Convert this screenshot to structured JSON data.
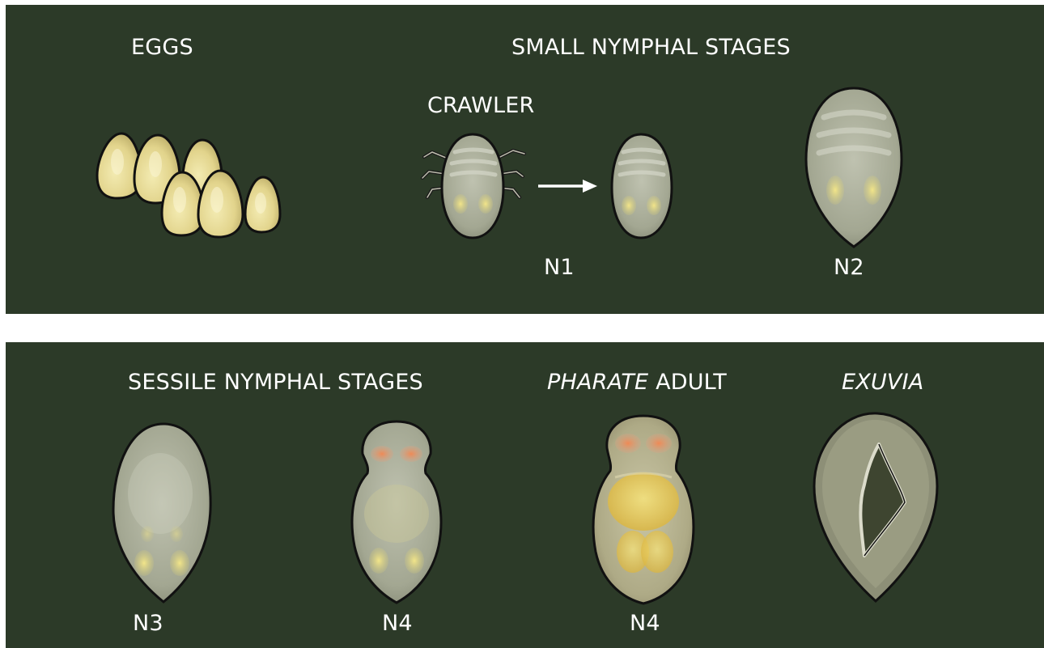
{
  "top_panel": {
    "eggs_label": "EGGS",
    "small_stages_label": "SMALL NYMPHAL STAGES",
    "crawler_label": "CRAWLER",
    "n1_label": "N1",
    "n2_label": "N2"
  },
  "bottom_panel": {
    "sessile_stages_label": "SESSILE NYMPHAL STAGES",
    "pharate_label_italic": "PHARATE",
    "pharate_label_rest": " ADULT",
    "exuvia_label": "EXUVIA",
    "n3_label": "N3",
    "n4_label": "N4",
    "n4_adult_label": "N4"
  },
  "colors": {
    "panel_background": "#2c3a28",
    "label_text": "#ffffff",
    "egg_fill": "#e8dc96",
    "nymph_body": "#a7ab98",
    "pharate_yolk": "#e9c84a",
    "eye_spot": "#e8885a"
  }
}
